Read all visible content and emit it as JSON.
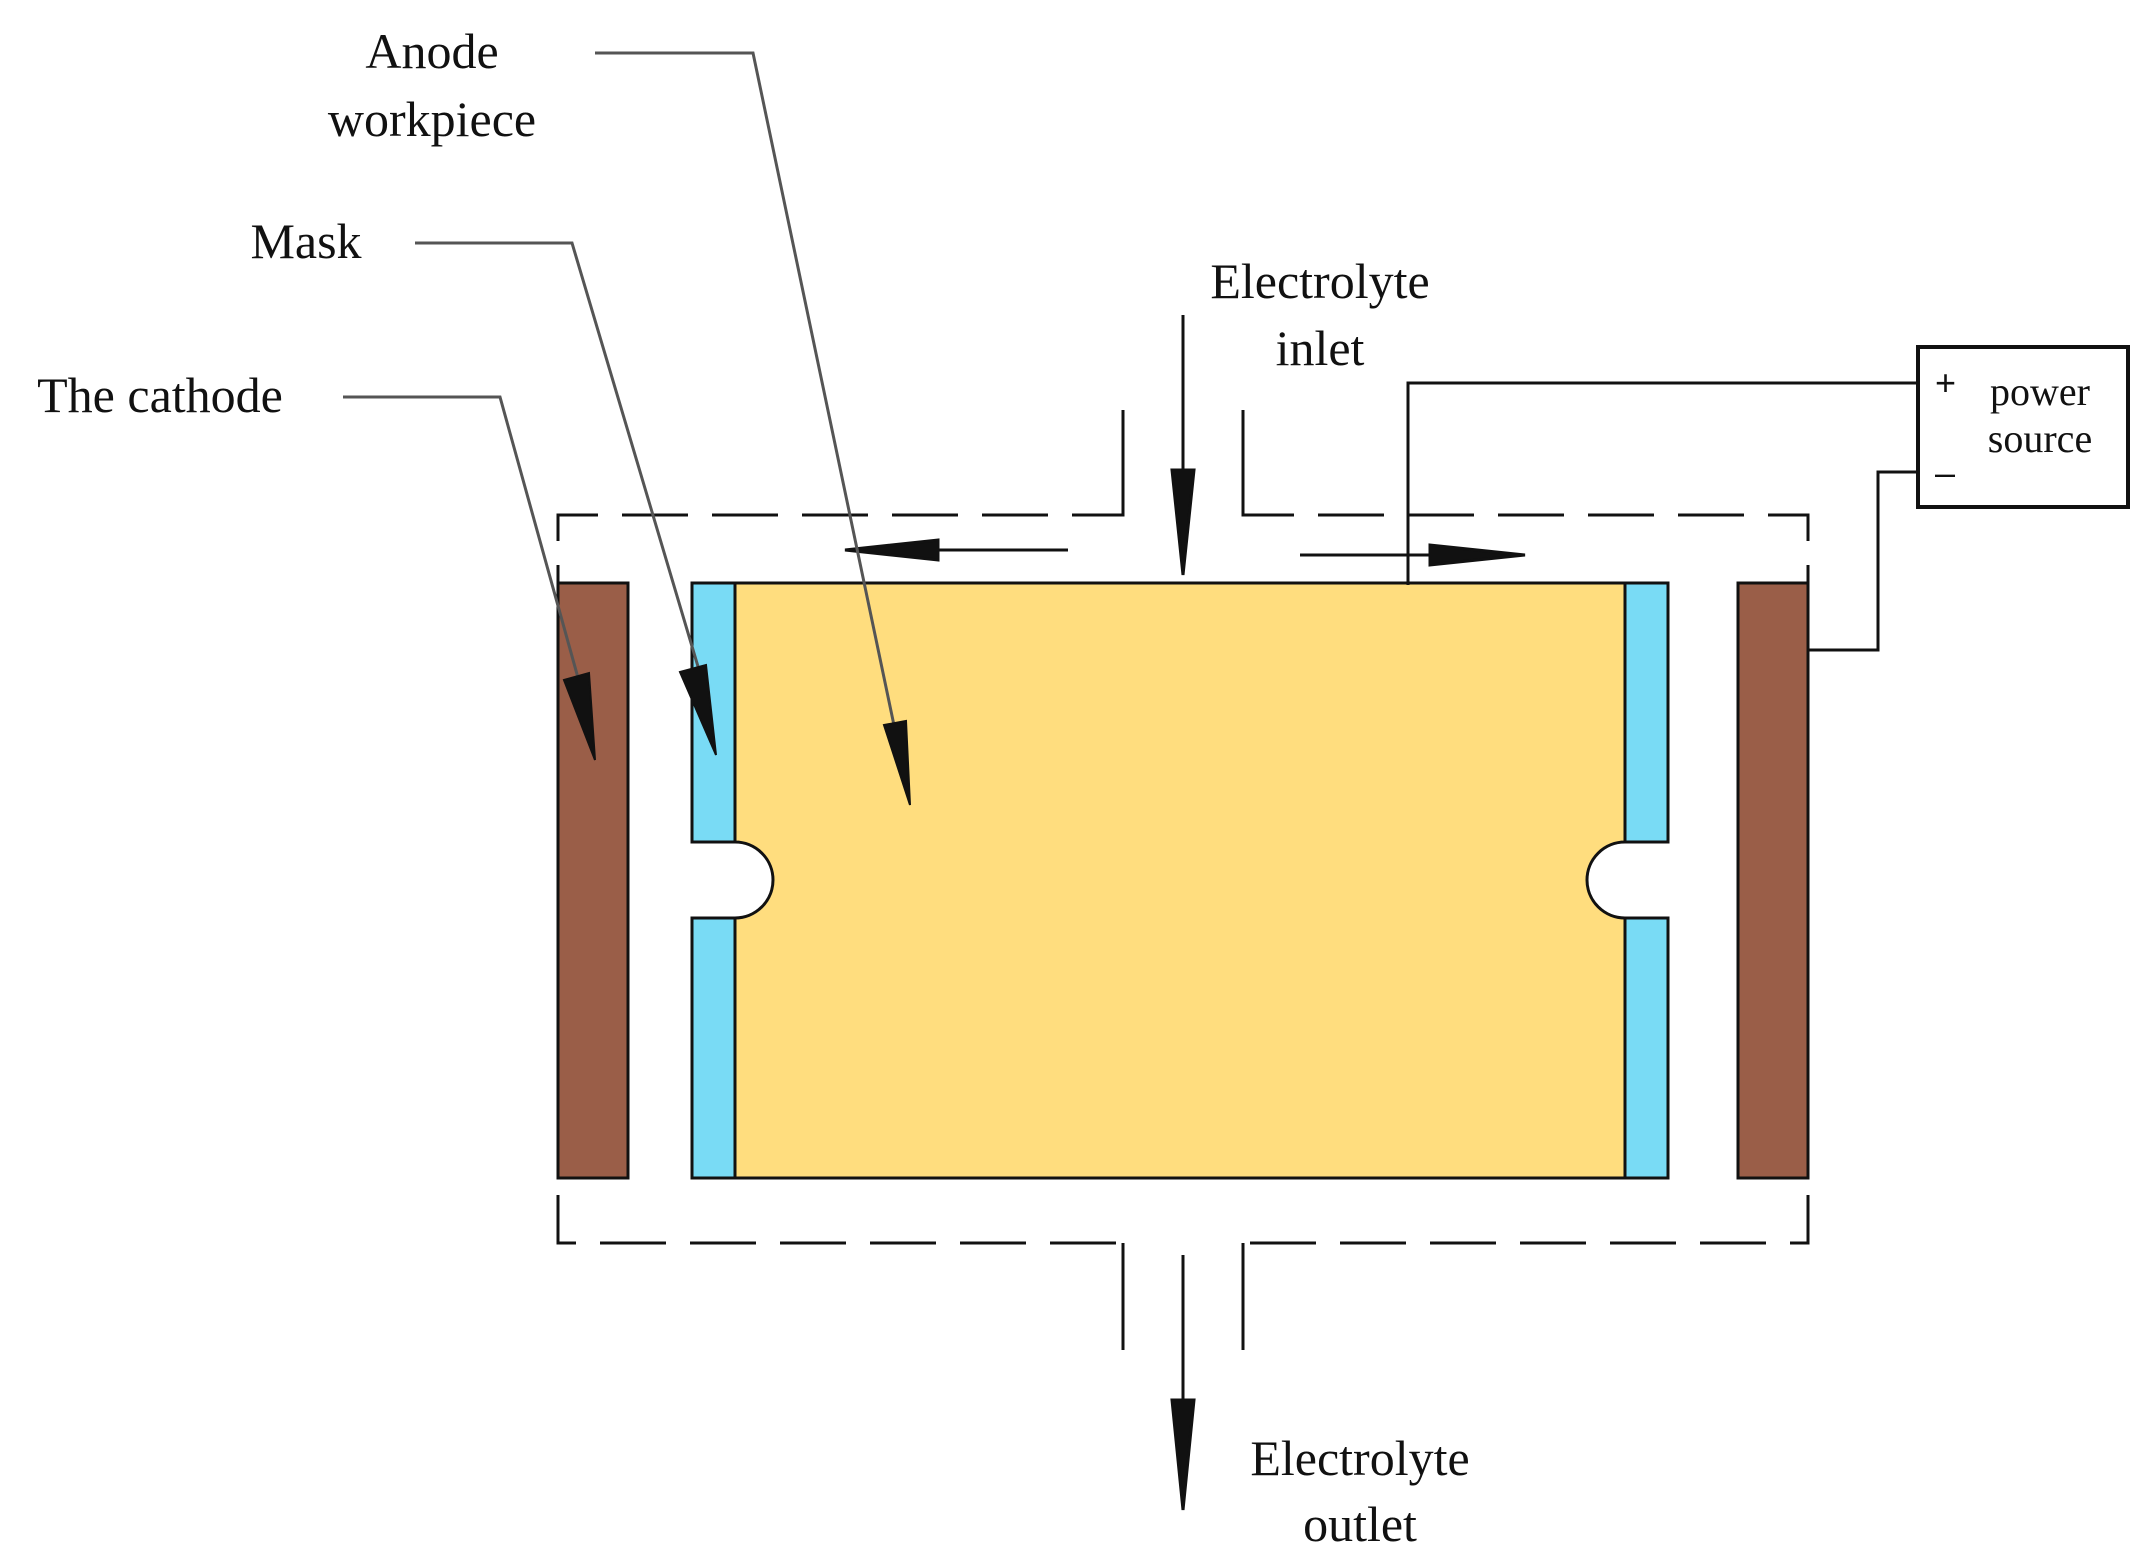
{
  "labels": {
    "anode_line1": "Anode",
    "anode_line2": "workpiece",
    "mask": "Mask",
    "cathode": "The cathode",
    "inlet_line1": "Electrolyte",
    "inlet_line2": "inlet",
    "outlet_line1": "Electrolyte",
    "outlet_line2": "outlet",
    "power_line1": "power",
    "power_line2": "source",
    "plus": "+",
    "minus": "–"
  },
  "colors": {
    "workpiece": "#FFDD7E",
    "mask": "#79DBF5",
    "cathode": "#9A5E48",
    "line": "#111111",
    "leader": "#555555"
  }
}
